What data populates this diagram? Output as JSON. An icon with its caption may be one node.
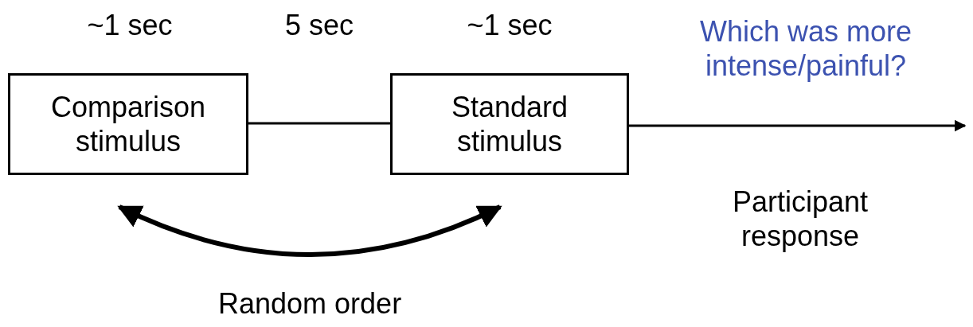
{
  "diagram": {
    "nodes": [
      {
        "text": [
          "Comparison stimulus"
        ],
        "beside": [
          "~1 sec"
        ]
      },
      {
        "text": [
          "Standard stimulus"
        ],
        "beside": [
          "~1 sec"
        ]
      }
    ],
    "edges": [
      {
        "from": 0,
        "to": 1,
        "arrow": "none",
        "label": "5 sec"
      },
      {
        "from": 1,
        "to": null,
        "arrow": "to"
      },
      {
        "from": 0,
        "to": 1,
        "arrow": "both",
        "label": "Random order",
        "style": "thick"
      }
    ],
    "labels": [
      "Which was more intense/painful?",
      "Participant response"
    ]
  }
}
